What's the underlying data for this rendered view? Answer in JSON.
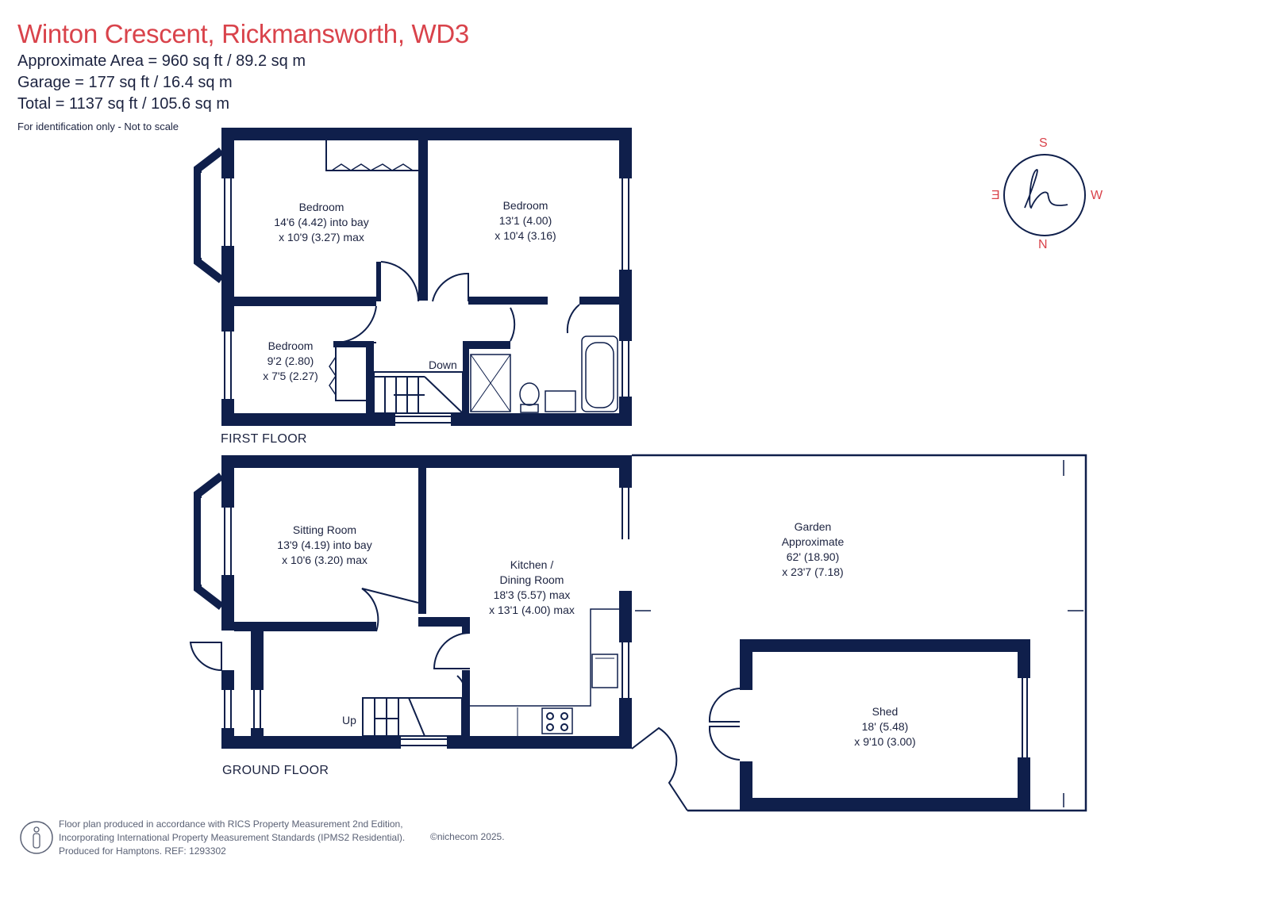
{
  "header": {
    "title": "Winton Crescent, Rickmansworth, WD3",
    "approx_area": "Approximate Area = 960 sq ft / 89.2 sq m",
    "garage": "Garage = 177 sq ft / 16.4 sq m",
    "total": "Total = 1137 sq ft / 105.6 sq m",
    "note": "For identification only - Not to scale"
  },
  "floors": {
    "first": "FIRST FLOOR",
    "ground": "GROUND FLOOR"
  },
  "rooms": {
    "bedroom1": {
      "name": "Bedroom",
      "dim1": "14'6 (4.42) into bay",
      "dim2": "x 10'9 (3.27) max"
    },
    "bedroom2": {
      "name": "Bedroom",
      "dim1": "13'1 (4.00)",
      "dim2": "x 10'4 (3.16)"
    },
    "bedroom3": {
      "name": "Bedroom",
      "dim1": "9'2 (2.80)",
      "dim2": "x 7'5 (2.27)"
    },
    "sitting": {
      "name": "Sitting Room",
      "dim1": "13'9 (4.19) into bay",
      "dim2": "x 10'6 (3.20) max"
    },
    "kitchen": {
      "name1": "Kitchen /",
      "name2": "Dining Room",
      "dim1": "18'3 (5.57) max",
      "dim2": "x 13'1 (4.00) max"
    },
    "garden": {
      "name1": "Garden",
      "name2": "Approximate",
      "dim1": "62' (18.90)",
      "dim2": "x 23'7 (7.18)"
    },
    "shed": {
      "name": "Shed",
      "dim1": "18' (5.48)",
      "dim2": "x 9'10 (3.00)"
    }
  },
  "stairs": {
    "down": "Down",
    "up": "Up"
  },
  "compass": {
    "s": "S",
    "w": "W",
    "n": "N",
    "e": "E"
  },
  "footer": {
    "line1": "Floor plan produced in accordance with RICS Property Measurement 2nd Edition,",
    "line2": "Incorporating International Property Measurement Standards (IPMS2 Residential).",
    "line3": "Produced for Hamptons.   REF:  1293302",
    "copyright": "©nichecom 2025."
  },
  "colors": {
    "wall": "#0f1f4b",
    "title": "#d9434b",
    "text": "#1c2340"
  }
}
